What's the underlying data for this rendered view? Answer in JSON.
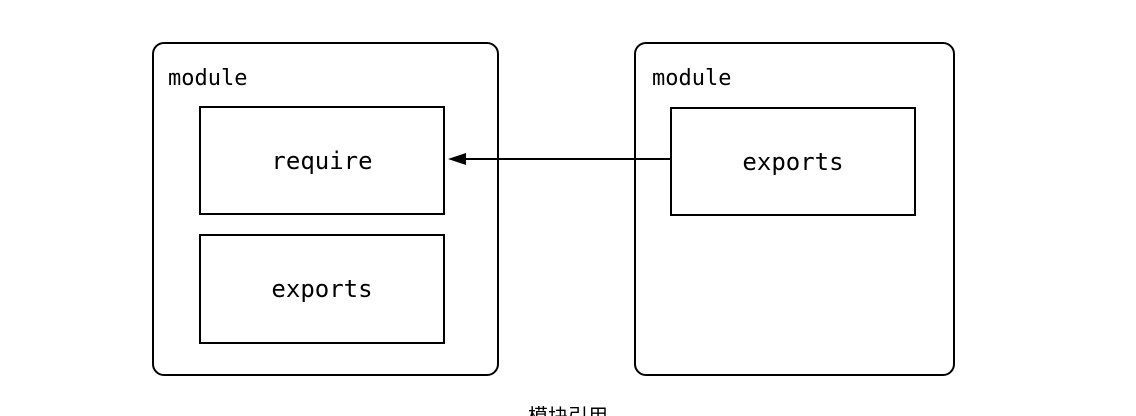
{
  "diagram": {
    "left_module": {
      "label": "module",
      "inner": [
        {
          "label": "require"
        },
        {
          "label": "exports"
        }
      ]
    },
    "right_module": {
      "label": "module",
      "inner": [
        {
          "label": "exports"
        }
      ]
    },
    "arrow": {
      "from": "right_module.exports",
      "to": "left_module.require"
    },
    "caption": "模块引用"
  },
  "colors": {
    "stroke": "#000000",
    "background": "#ffffff"
  }
}
